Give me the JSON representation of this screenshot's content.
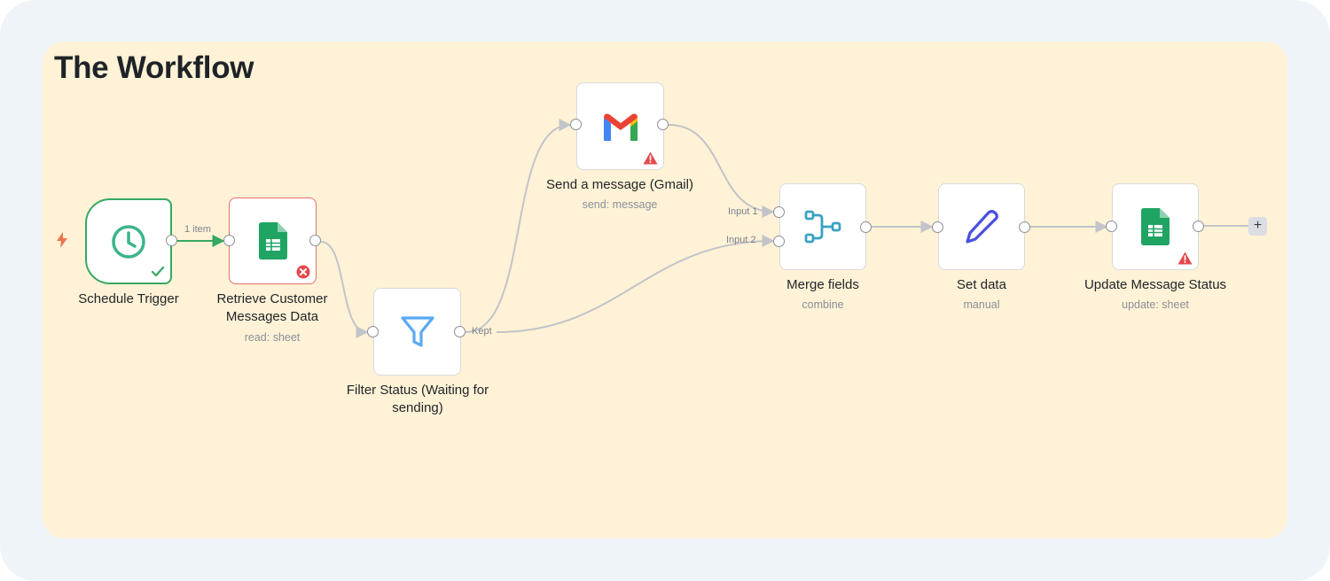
{
  "page": {
    "title": "The Workflow"
  },
  "nodes": {
    "schedule_trigger": {
      "label": "Schedule Trigger",
      "status": "success"
    },
    "retrieve_data": {
      "label": "Retrieve Customer Messages Data",
      "subtitle": "read: sheet",
      "status": "error"
    },
    "filter_status": {
      "label": "Filter Status (Waiting for sending)"
    },
    "send_message": {
      "label": "Send a message (Gmail)",
      "subtitle": "send: message",
      "status": "warning"
    },
    "merge_fields": {
      "label": "Merge fields",
      "subtitle": "combine"
    },
    "set_data": {
      "label": "Set data",
      "subtitle": "manual"
    },
    "update_status": {
      "label": "Update Message Status",
      "subtitle": "update: sheet",
      "status": "warning"
    }
  },
  "edges": {
    "trigger_to_retrieve": "1 item",
    "filter_kept": "Kept",
    "merge_input1": "Input 1",
    "merge_input2": "Input 2"
  },
  "controls": {
    "add_node": "+"
  },
  "colors": {
    "canvas_bg": "#fff2d6",
    "success": "#36a862",
    "error": "#e5484d",
    "warning": "#e5484d",
    "edge": "#c2c4c9"
  }
}
